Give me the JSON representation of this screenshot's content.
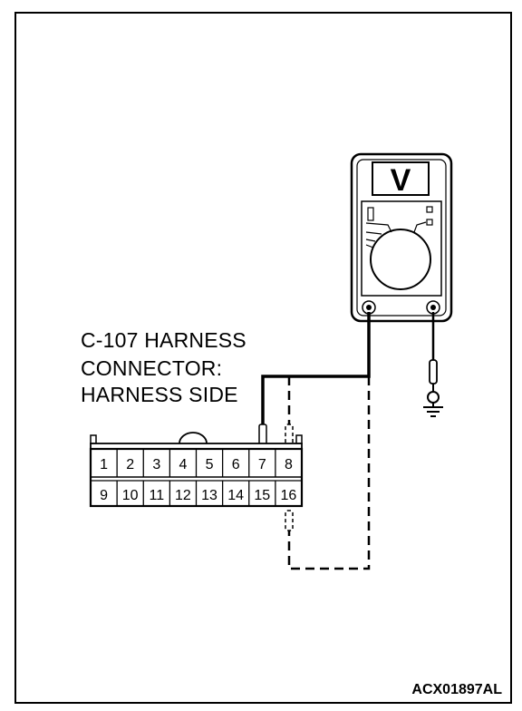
{
  "connector_label": {
    "line1": "C-107 HARNESS",
    "line2": "CONNECTOR:",
    "line3": "HARNESS SIDE"
  },
  "meter": {
    "display": "V"
  },
  "pins": {
    "top_row": [
      "1",
      "2",
      "3",
      "4",
      "5",
      "6",
      "7",
      "8"
    ],
    "bottom_row": [
      "9",
      "10",
      "11",
      "12",
      "13",
      "14",
      "15",
      "16"
    ]
  },
  "figure_code": "ACX01897AL"
}
